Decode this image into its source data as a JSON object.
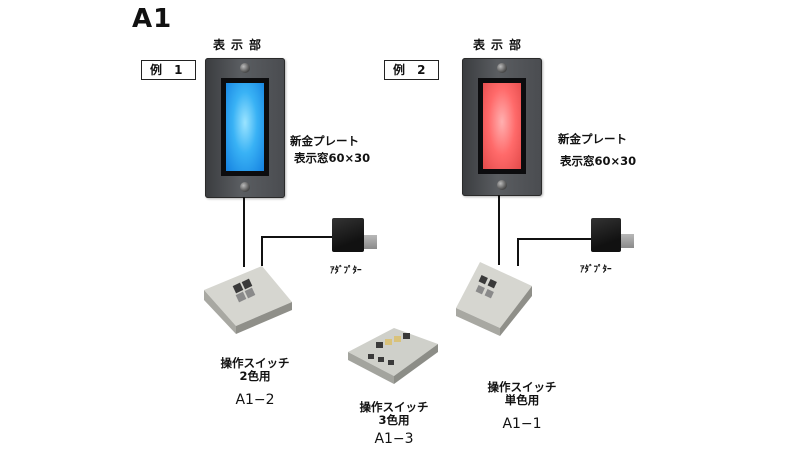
{
  "title": "A1",
  "display_label": "表示部",
  "example1": {
    "tag": "例 1",
    "plate_text": "新金プレート",
    "window_text": "表示窓60×30"
  },
  "example2": {
    "tag": "例 2",
    "plate_text": "新金プレート",
    "window_text": "表示窓60×30"
  },
  "adapter_label": "ｱﾀﾞﾌﾟﾀｰ",
  "switch_2color": {
    "line1": "操作スイッチ",
    "line2": "2色用",
    "model": "A1−2"
  },
  "switch_3color": {
    "line1": "操作スイッチ",
    "line2": "3色用",
    "model": "A1−3"
  },
  "switch_1color": {
    "line1": "操作スイッチ",
    "line2": "単色用",
    "model": "A1−1"
  },
  "colors": {
    "blue_window": "#39b2f5",
    "red_window": "#ff6a6a",
    "plate": "#4a4c50"
  }
}
